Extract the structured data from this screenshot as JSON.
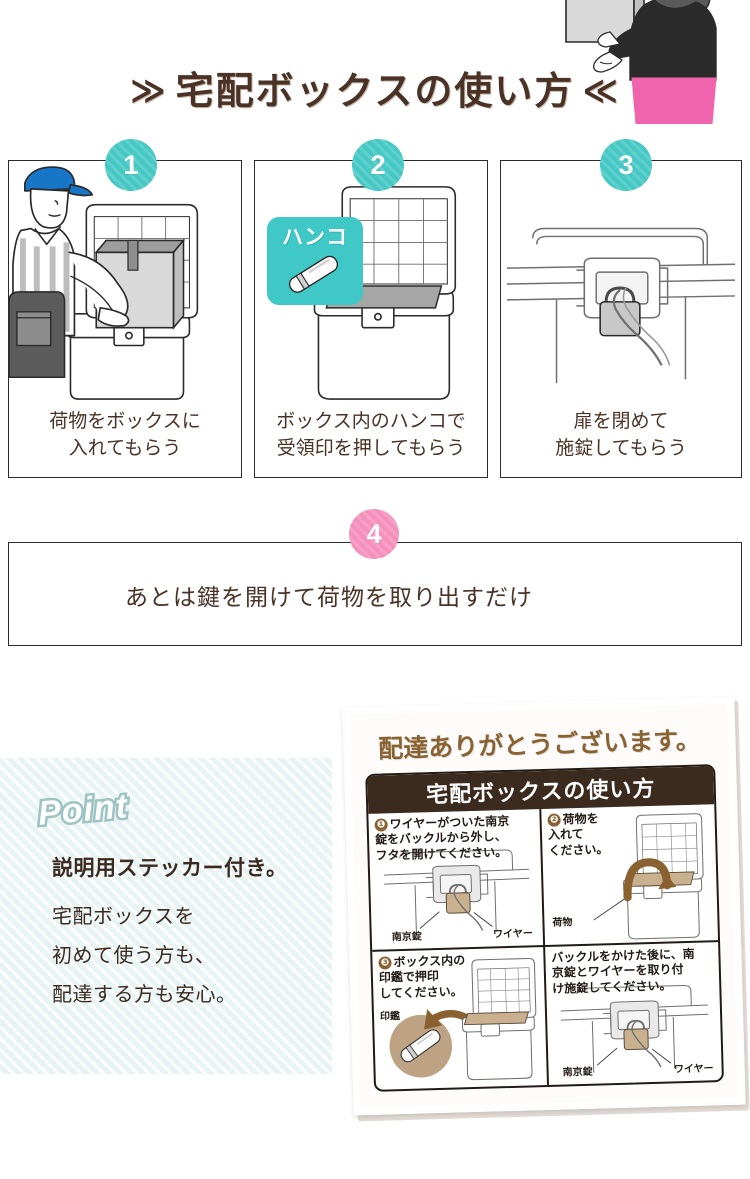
{
  "header": {
    "title": "宅配ボックスの使い方",
    "chevron_left": "≫",
    "chevron_right": "≪"
  },
  "steps": [
    {
      "number": "1",
      "badge_color": "#45c8c4",
      "caption_line1": "荷物をボックスに",
      "caption_line2": "入れてもらう"
    },
    {
      "number": "2",
      "badge_color": "#45c8c4",
      "callout_label": "ハンコ",
      "callout_color": "#3fc8c6",
      "caption_line1": "ボックス内のハンコで",
      "caption_line2": "受領印を押してもらう"
    },
    {
      "number": "3",
      "badge_color": "#45c8c4",
      "caption_line1": "扉を閉めて",
      "caption_line2": "施錠してもらう"
    }
  ],
  "step4": {
    "number": "4",
    "badge_color": "#f590bd",
    "caption": "あとは鍵を開けて荷物を取り出すだけ"
  },
  "point": {
    "badge": "Point",
    "lead": "説明用ステッカー付き。",
    "line1": "宅配ボックスを",
    "line2": "初めて使う方も、",
    "line3": "配達する方も安心。",
    "bg_color": "#e8f4f3",
    "badge_outline_color": "#9dc3c2"
  },
  "sticker": {
    "title": "配達ありがとうございます。",
    "bar_title": "宅配ボックスの使い方",
    "title_color": "#8a6232",
    "bar_color": "#3b2a1e",
    "quadrants": [
      {
        "number": "❶",
        "text_line1": "ワイヤーがついた南京",
        "text_line2": "錠をバックルから外し、",
        "text_line3": "フタを開けてください。",
        "label_left": "南京錠",
        "label_right": "ワイヤー"
      },
      {
        "number": "❷",
        "text_line1": "荷物を",
        "text_line2": "入れて",
        "text_line3": "ください。",
        "label_left": "荷物",
        "label_right": ""
      },
      {
        "number": "❸",
        "text_line1": "ボックス内の",
        "text_line2": "印鑑で押印",
        "text_line3": "してください。",
        "label_left": "印鑑",
        "label_right": ""
      },
      {
        "number": "",
        "text_line1": "バックルをかけた後に、南",
        "text_line2": "京錠とワイヤーを取り付",
        "text_line3": "け施錠してください。",
        "label_left": "南京錠",
        "label_right": "ワイヤー"
      }
    ]
  }
}
